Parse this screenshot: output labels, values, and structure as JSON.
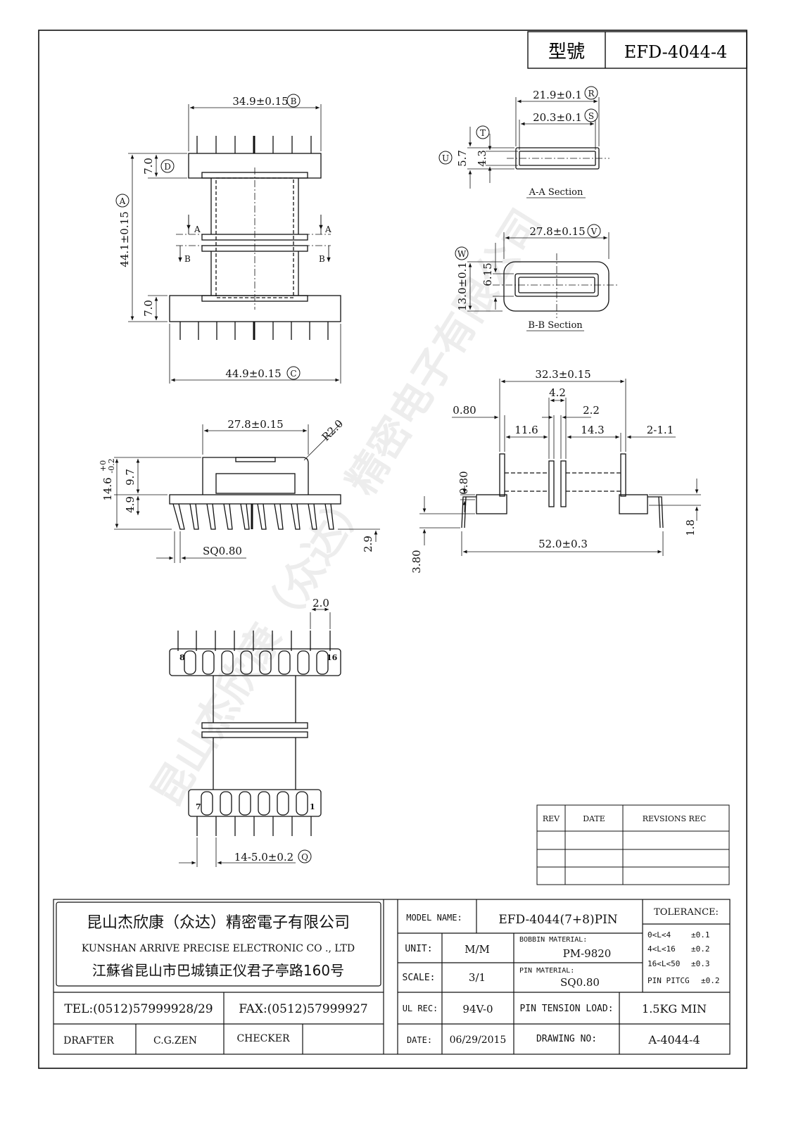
{
  "title_block": {
    "model_label": "型號",
    "model_value": "EFD-4044-4"
  },
  "watermark": "昆山杰欣康（众达）精密电子有限公司",
  "dims": {
    "b": "34.9±0.15",
    "b_id": "B",
    "d": "7.0",
    "d_id": "D",
    "a": "44.1±0.15",
    "a_id": "A",
    "bot_flange": "7.0",
    "c": "44.9±0.15",
    "c_id": "C",
    "r": "21.9±0.1",
    "r_id": "R",
    "s": "20.3±0.1",
    "s_id": "S",
    "t_id": "T",
    "u": "5.7",
    "u_id": "U",
    "inner_h": "4.3",
    "aa_label": "A-A Section",
    "v": "27.8±0.15",
    "v_id": "V",
    "w": "13.0±0.1",
    "w_id": "W",
    "bb_inner": "6.15",
    "bb_label": "B-B Section",
    "sec_a": "A",
    "sec_b": "B",
    "front_w": "27.8±0.15",
    "radius": "R2.0",
    "total_h": "14.6",
    "total_tol_up": "+0",
    "total_tol_dn": "-0.2",
    "upper_h": "9.7",
    "lower_h": "4.9",
    "pin_sq": "SQ0.80",
    "pin_len": "2.9",
    "side_top": "32.3±0.15",
    "side_c1": "4.2",
    "side_080": "0.80",
    "side_22": "2.2",
    "side_116": "11.6",
    "side_143": "14.3",
    "side_211": "2-1.1",
    "side_080b": "0.80",
    "side_380": "3.80",
    "side_520": "52.0±0.3",
    "side_18": "1.8",
    "bot_20": "2.0",
    "pitch": "14-5.0±0.2",
    "pitch_id": "Q",
    "pin8": "8",
    "pin16": "16",
    "pin7": "7",
    "pin1": "1"
  },
  "revisions": {
    "headers": [
      "REV",
      "DATE",
      "REVSIONS  REC"
    ]
  },
  "company": {
    "name_cn": "昆山杰欣康（众达）精密電子有限公司",
    "name_en": "KUNSHAN ARRIVE PRECISE ELECTRONIC CO ., LTD",
    "address": "江蘇省昆山市巴城镇正仪君子亭路160号",
    "tel": "TEL:(0512)57999928/29",
    "fax": "FAX:(0512)57999927",
    "drafter_label": "DRAFTER",
    "drafter": "C.G.ZEN",
    "checker_label": "CHECKER"
  },
  "info": {
    "model_name_label": "MODEL NAME:",
    "model_name": "EFD-4044(7+8)PIN",
    "unit_label": "UNIT:",
    "unit": "M/M",
    "bobbin_label": "BOBBIN MATERIAL:",
    "bobbin": "PM-9820",
    "scale_label": "SCALE:",
    "scale": "3/1",
    "pin_material_label": "PIN MATERIAL:",
    "pin_material": "SQ0.80",
    "ul_label": "UL REC:",
    "ul": "94V-0",
    "tension_label": "PIN TENSION LOAD:",
    "tension": "1.5KG MIN",
    "date_label": "DATE:",
    "date": "06/29/2015",
    "drawing_label": "DRAWING NO:",
    "drawing_no": "A-4044-4"
  },
  "tolerance": {
    "title": "TOLERANCE:",
    "rows": [
      {
        "range": "0<L<4",
        "tol": "±0.1"
      },
      {
        "range": "4<L<16",
        "tol": "±0.2"
      },
      {
        "range": "16<L<50",
        "tol": "±0.3"
      },
      {
        "range": "PIN PITCG",
        "tol": "±0.2"
      }
    ]
  }
}
